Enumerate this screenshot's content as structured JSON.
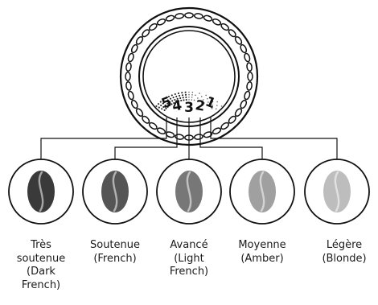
{
  "dial": {
    "numbers": [
      "5",
      "4",
      "3",
      "2",
      "1"
    ]
  },
  "roasts": [
    {
      "lines": [
        "Très",
        "soutenue",
        "(Dark",
        "French)"
      ],
      "bean_color": "#3a3a3a"
    },
    {
      "lines": [
        "Soutenue",
        "(French)"
      ],
      "bean_color": "#555555"
    },
    {
      "lines": [
        "Avancé",
        "(Light",
        "French)"
      ],
      "bean_color": "#777777"
    },
    {
      "lines": [
        "Moyenne",
        "(Amber)"
      ],
      "bean_color": "#a0a0a0"
    },
    {
      "lines": [
        "Légère",
        "(Blonde)"
      ],
      "bean_color": "#bdbdbd"
    }
  ]
}
